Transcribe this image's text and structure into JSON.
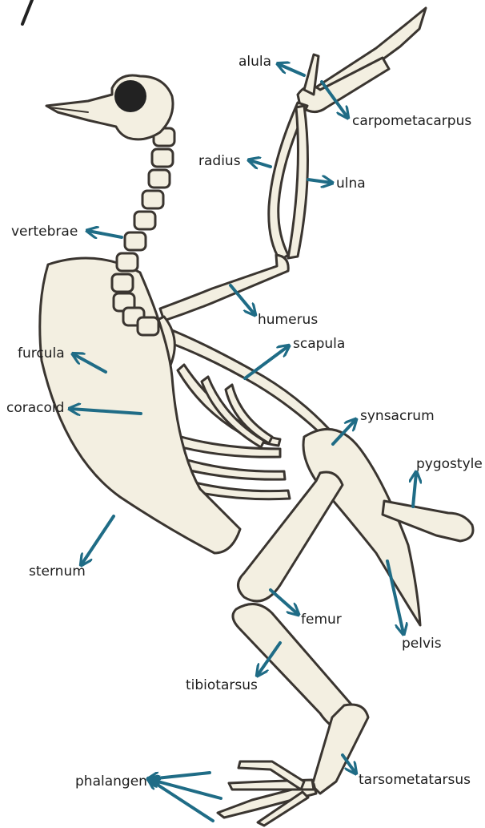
{
  "labels": {
    "alula": "alula",
    "carpometacarpus": "carpometacarpus",
    "radius": "radius",
    "ulna": "ulna",
    "vertebrae": "vertebrae",
    "humerus": "humerus",
    "scapula": "scapula",
    "furcula": "furcula",
    "coracoid": "coracoid",
    "synsacrum": "synsacrum",
    "pygostyle": "pygostyle",
    "sternum": "sternum",
    "femur": "femur",
    "pelvis": "pelvis",
    "tibiotarsus": "tibiotarsus",
    "phalangen": "phalangen",
    "tarsometatarsus": "tarsometatarsus"
  },
  "colors": {
    "bone_fill": "#f3efe1",
    "outline": "#3a3530",
    "arrow": "#1f6c86"
  }
}
